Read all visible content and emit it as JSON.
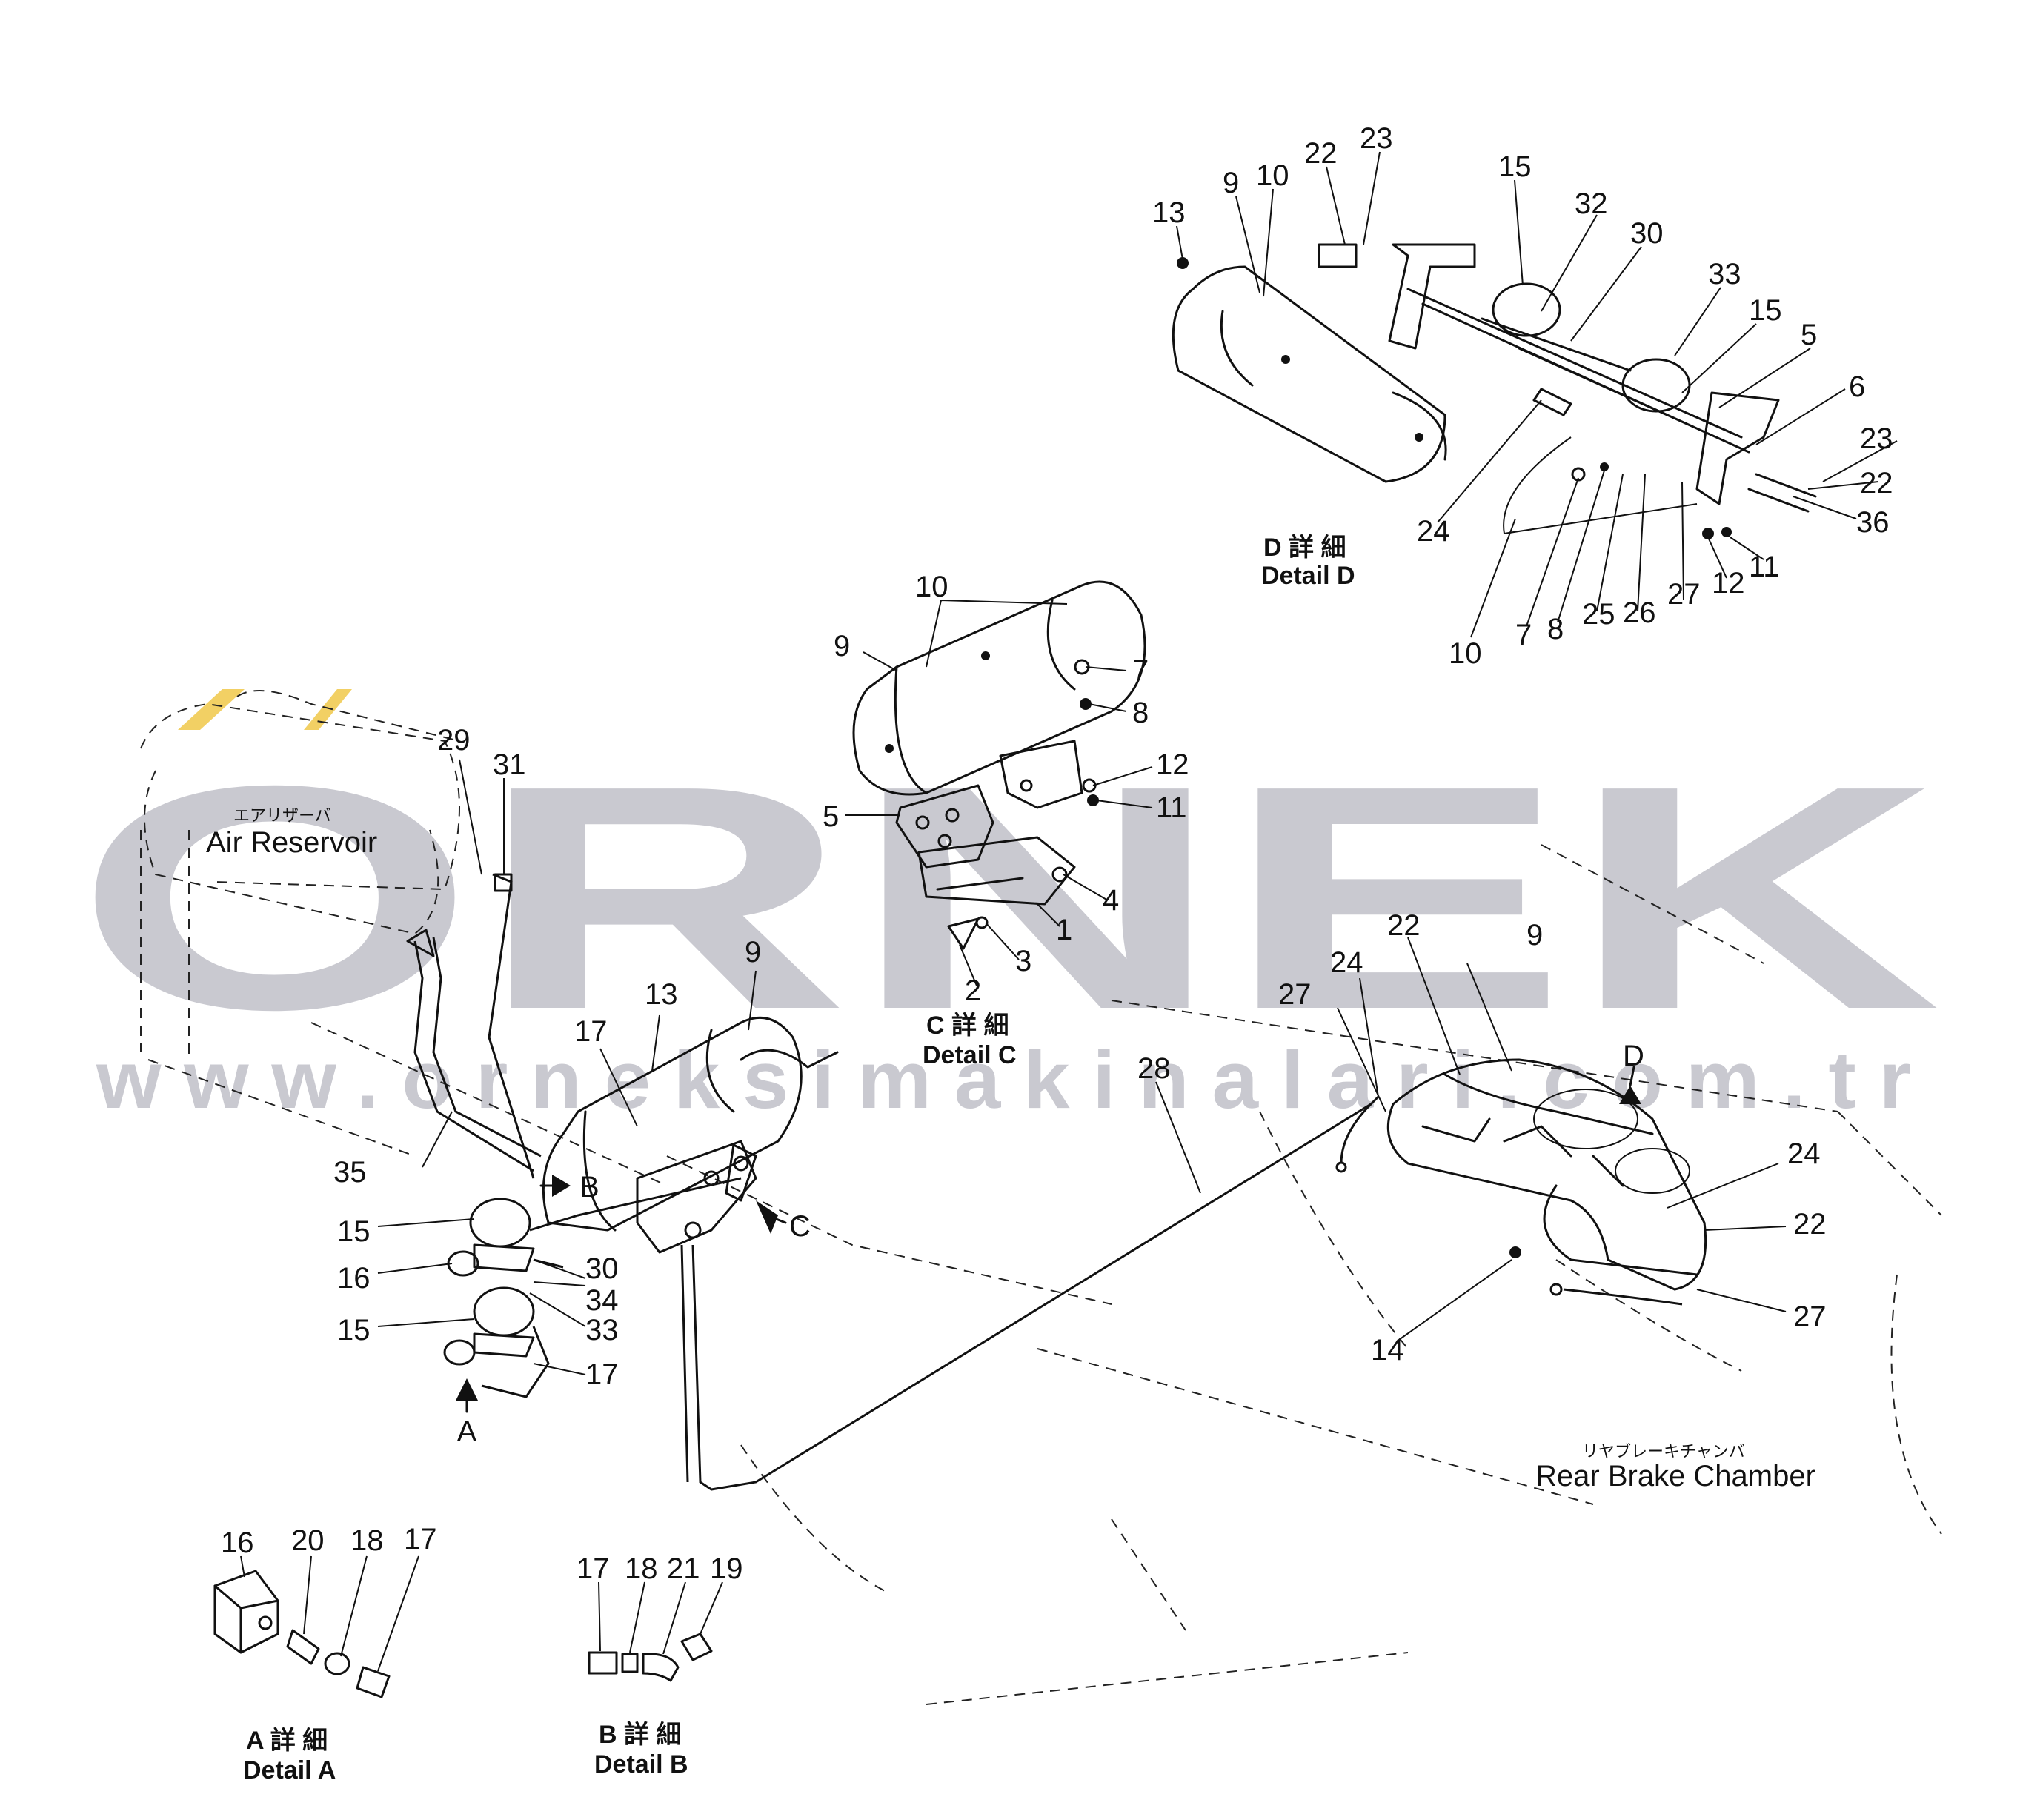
{
  "watermark": {
    "brand": "ORNEK",
    "url": "www.orneksimakinalari.com.tr",
    "accent_color": "#f2d064",
    "text_color": "#c9c9d0"
  },
  "areas": {
    "air_reservoir_jp": "エアリザーバ",
    "air_reservoir": "Air Reservoir",
    "rear_brake_chamber_jp": "リヤブレーキチャンバ",
    "rear_brake_chamber": "Rear Brake Chamber"
  },
  "details": {
    "a": {
      "jp": "A 詳 細",
      "en": "Detail A"
    },
    "b": {
      "jp": "B 詳 細",
      "en": "Detail B"
    },
    "c": {
      "jp": "C 詳 細",
      "en": "Detail C"
    },
    "d": {
      "jp": "D 詳 細",
      "en": "Detail D"
    }
  },
  "arrows": {
    "a": "A",
    "b": "B",
    "c": "C",
    "d": "D"
  },
  "callouts": {
    "d_13": "13",
    "d_9": "9",
    "d_10": "10",
    "d_22a": "22",
    "d_23a": "23",
    "d_15a": "15",
    "d_32": "32",
    "d_30": "30",
    "d_33": "33",
    "d_15b": "15",
    "d_5": "5",
    "d_6": "6",
    "d_23b": "23",
    "d_22b": "22",
    "d_36": "36",
    "d_24": "24",
    "d_10b": "10",
    "d_7": "7",
    "d_8": "8",
    "d_25": "25",
    "d_26": "26",
    "d_27": "27",
    "d_12": "12",
    "d_11": "11",
    "c_10": "10",
    "c_9": "9",
    "c_7": "7",
    "c_8": "8",
    "c_12": "12",
    "c_11": "11",
    "c_5": "5",
    "c_4": "4",
    "c_1": "1",
    "c_3": "3",
    "c_2": "2",
    "m_29": "29",
    "m_31": "31",
    "m_13": "13",
    "m_9": "9",
    "m_17a": "17",
    "m_35": "35",
    "m_15a": "15",
    "m_16": "16",
    "m_30": "30",
    "m_34": "34",
    "m_33": "33",
    "m_15b": "15",
    "m_17b": "17",
    "m_28": "28",
    "r_22a": "22",
    "r_9": "9",
    "r_24a": "24",
    "r_27a": "27",
    "r_24b": "24",
    "r_22b": "22",
    "r_27b": "27",
    "r_14": "14",
    "a_16": "16",
    "a_20": "20",
    "a_18": "18",
    "a_17": "17",
    "b_17": "17",
    "b_18": "18",
    "b_21": "21",
    "b_19": "19"
  }
}
